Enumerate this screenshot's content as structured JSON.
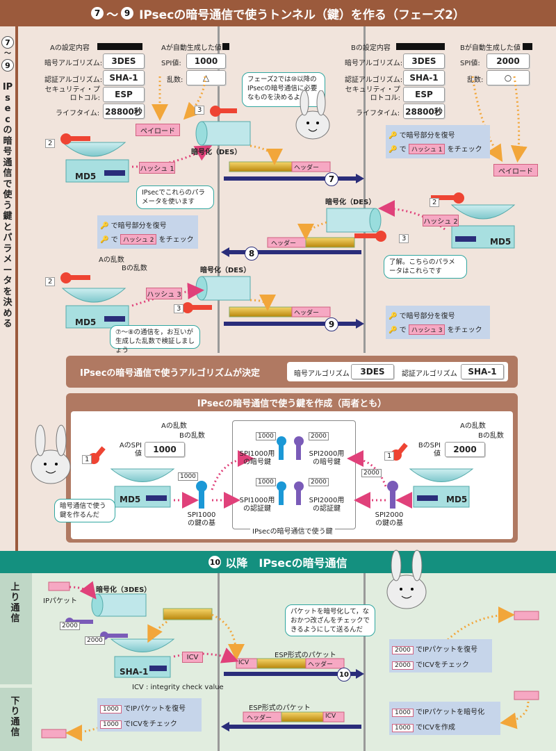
{
  "title": {
    "num_a": "7",
    "tilde": "〜",
    "num_b": "9",
    "text": "IPsecの暗号通信で使うトンネル（鍵）を作る（フェーズ2）"
  },
  "sidebar": {
    "num_a": "7",
    "tilde": "〜",
    "num_b": "9",
    "text": "IPsecの暗号通信で使う鍵とパラメータを決める"
  },
  "a_settings": {
    "header": "Aの設定内容",
    "auto_header": "Aが自動生成した値",
    "rows": [
      {
        "label": "暗号アルゴリズム:",
        "value": "3DES"
      },
      {
        "label": "認証アルゴリズム:",
        "value": "SHA-1"
      },
      {
        "label": "セキュリティ・プロトコル:",
        "value": "ESP"
      },
      {
        "label": "ライフタイム:",
        "value": "28800秒"
      }
    ],
    "spi_label": "SPI値:",
    "spi_value": "1000",
    "rand_label": "乱数:",
    "rand_value": "△"
  },
  "b_settings": {
    "header": "Bの設定内容",
    "auto_header": "Bが自動生成した値",
    "rows": [
      {
        "label": "暗号アルゴリズム:",
        "value": "3DES"
      },
      {
        "label": "認証アルゴリズム:",
        "value": "SHA-1"
      },
      {
        "label": "セキュリティ・プロトコル:",
        "value": "ESP"
      },
      {
        "label": "ライフタイム:",
        "value": "28800秒"
      }
    ],
    "spi_label": "SPI値:",
    "spi_value": "2000",
    "rand_label": "乱数:",
    "rand_value": "○"
  },
  "phase2": {
    "payload": "ペイロード",
    "encrypt_des": "暗号化（DES）",
    "md5": "MD5",
    "hash1": "ハッシュ 1",
    "hash2": "ハッシュ 2",
    "hash3": "ハッシュ 3",
    "header": "ヘッダー",
    "step7": "7",
    "step8": "8",
    "step9": "9",
    "key1": "1",
    "key2": "2",
    "key3": "3",
    "bubble_rabbit": "フェーズ2では⑩以降のIPsecの暗号通信に必要なものを決めるよ",
    "bubble_a": "IPsecでこれらのパラメータを使います",
    "bubble_b": "了解。こちらのパラメータはこれらです",
    "bubble_c": "⑦〜⑧の通信を，お互いが生成した乱数で検証しましょう",
    "decrypt_text": "で暗号部分を復号",
    "check_text": "で",
    "check_suffix": "をチェック",
    "a_rand": "Aの乱数",
    "b_rand": "Bの乱数"
  },
  "algo_bar": {
    "text": "IPsecの暗号通信で使うアルゴリズムが決定",
    "enc_label": "暗号アルゴリズム",
    "enc_value": "3DES",
    "auth_label": "認証アルゴリズム",
    "auth_value": "SHA-1"
  },
  "key_create": {
    "title": "IPsecの暗号通信で使う鍵を作成（両者とも）",
    "a_rand": "Aの乱数",
    "b_rand": "Bの乱数",
    "a_spi_label": "AのSPI値",
    "a_spi": "1000",
    "b_spi_label": "BのSPI値",
    "b_spi": "2000",
    "md5": "MD5",
    "base_a": "SPI1000の鍵の基",
    "base_b": "SPI2000の鍵の基",
    "k1": "SPI1000用の暗号鍵",
    "k2": "SPI2000用の暗号鍵",
    "k3": "SPI1000用の認証鍵",
    "k4": "SPI2000用の認証鍵",
    "keys_caption": "IPsecの暗号通信で使う鍵",
    "bubble": "暗号通信で使う鍵を作るんだ",
    "tag1000": "1000",
    "tag2000": "2000",
    "key_num": "1"
  },
  "comm": {
    "title_num": "10",
    "title_text": "以降　IPsecの暗号通信",
    "up_label": "上り通信",
    "down_label": "下り通信",
    "ip_packet": "IPパケット",
    "encrypt_3des": "暗号化（3DES）",
    "sha1": "SHA-1",
    "icv": "ICV",
    "icv_note": "ICV : integrity check value",
    "esp_packet": "ESP形式のパケット",
    "header": "ヘッダー",
    "step10": "10",
    "bubble": "パケットを暗号化して，なおかつ改ざんをチェックできるようにして送るんだ",
    "b_decrypt": "でIPパケットを復号",
    "b_check": "でICVをチェック",
    "b_encrypt": "でIPパケットを暗号化",
    "b_make": "でICVを作成",
    "tag1000": "1000",
    "tag2000": "2000"
  },
  "colors": {
    "title_bar": "#9b5a3c",
    "teal": "#14907f",
    "navy": "#2a2d7a",
    "pink": "#f6a8c3",
    "panel": "#c6d5ea"
  }
}
